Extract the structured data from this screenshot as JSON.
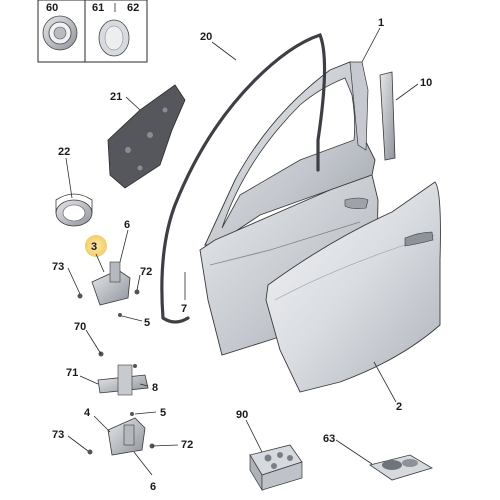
{
  "top_inset": {
    "cells": [
      {
        "part": "60"
      },
      {
        "part": "61"
      },
      {
        "part": "62"
      }
    ]
  },
  "callouts": {
    "c1": "1",
    "c20": "20",
    "c10": "10",
    "c21": "21",
    "c22": "22",
    "c3": "3",
    "c6a": "6",
    "c73a": "73",
    "c72a": "72",
    "c5a": "5",
    "c7": "7",
    "c70": "70",
    "c71": "71",
    "c8": "8",
    "c5b": "5",
    "c4": "4",
    "c73b": "73",
    "c72b": "72",
    "c6b": "6",
    "c90": "90",
    "c63": "63",
    "c2": "2"
  },
  "colors": {
    "panel_light": "#eceef0",
    "panel_mid": "#c9cdd3",
    "panel_dark": "#9aa0a8",
    "seal_dark": "#3d3f44",
    "liner": "#55575c",
    "highlight": "#f7dc8a"
  }
}
